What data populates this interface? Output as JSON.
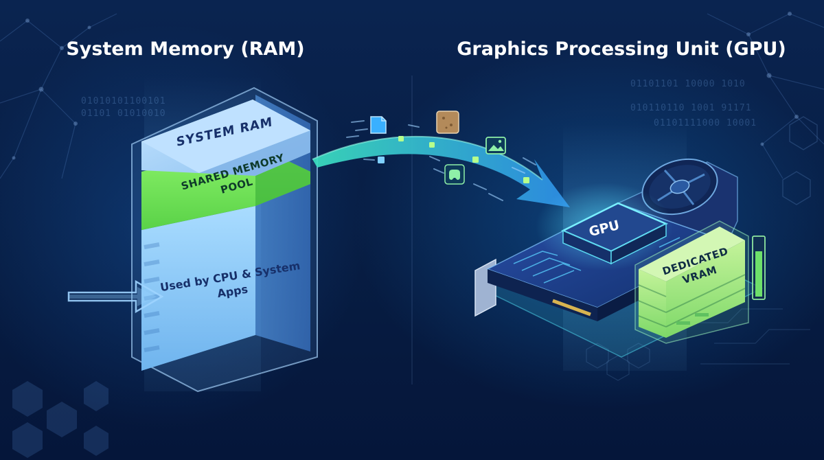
{
  "titles": {
    "left": "System Memory (RAM)",
    "right": "Graphics Processing Unit (GPU)"
  },
  "ram": {
    "top_label": "SYSTEM RAM",
    "shared_label": "SHARED MEMORY POOL",
    "main_label": "Used by CPU & System Apps"
  },
  "gpu": {
    "chip_label": "GPU",
    "vram_label": "DEDICATED VRAM"
  },
  "binary": {
    "left_line1": "01010101100101",
    "left_line2": "01101 01010010",
    "right_line1": "01101101 10000 1010",
    "right_line2": "010110110 1001 91171",
    "right_line3": "01101111000 10001"
  },
  "data_icons": [
    "file-icon",
    "texture-icon",
    "image-icon",
    "gamepad-icon"
  ],
  "colors": {
    "background": "#061a3a",
    "ram_block": "#8ec7f0",
    "shared_pool": "#6fe35a",
    "flow_arrow": "#38b8f0",
    "vram": "#9be07a",
    "gpu_chip": "#1d3f8a"
  }
}
